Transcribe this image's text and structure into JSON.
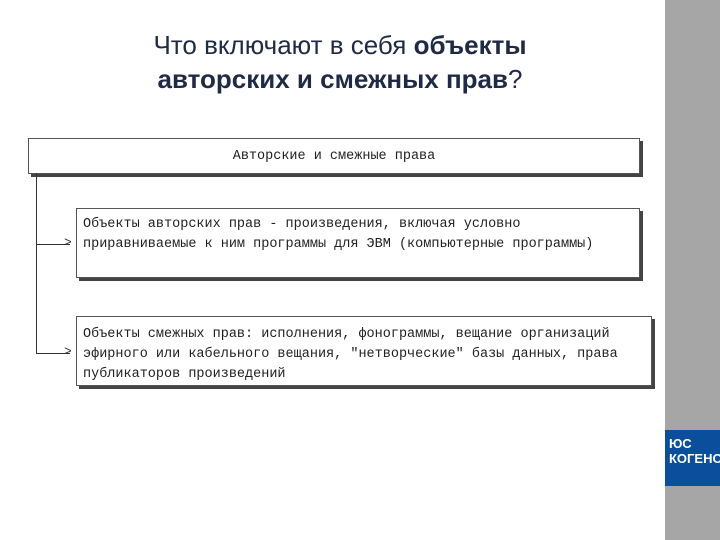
{
  "title": {
    "part1": "Что включают в себя ",
    "part2": "объекты",
    "part3": "авторских и смежных прав",
    "part4": "?"
  },
  "diagram": {
    "top_box": "Авторские и смежные права",
    "box1": "Объекты авторских прав - произведения, включая условно приравниваемые к ним программы для ЭВМ (компьютерные программы)",
    "box2": "Объекты смежных прав: исполнения, фонограммы, вещание организаций эфирного или кабельного вещания, \"нетворческие\" базы данных, права публикаторов произведений"
  },
  "logo": {
    "line1": "ЮС",
    "line2": "КОГЕНС I"
  },
  "colors": {
    "right_band": "#a6a6a6",
    "logo_bg": "#0b4f9c",
    "title_text": "#1f2a44"
  }
}
